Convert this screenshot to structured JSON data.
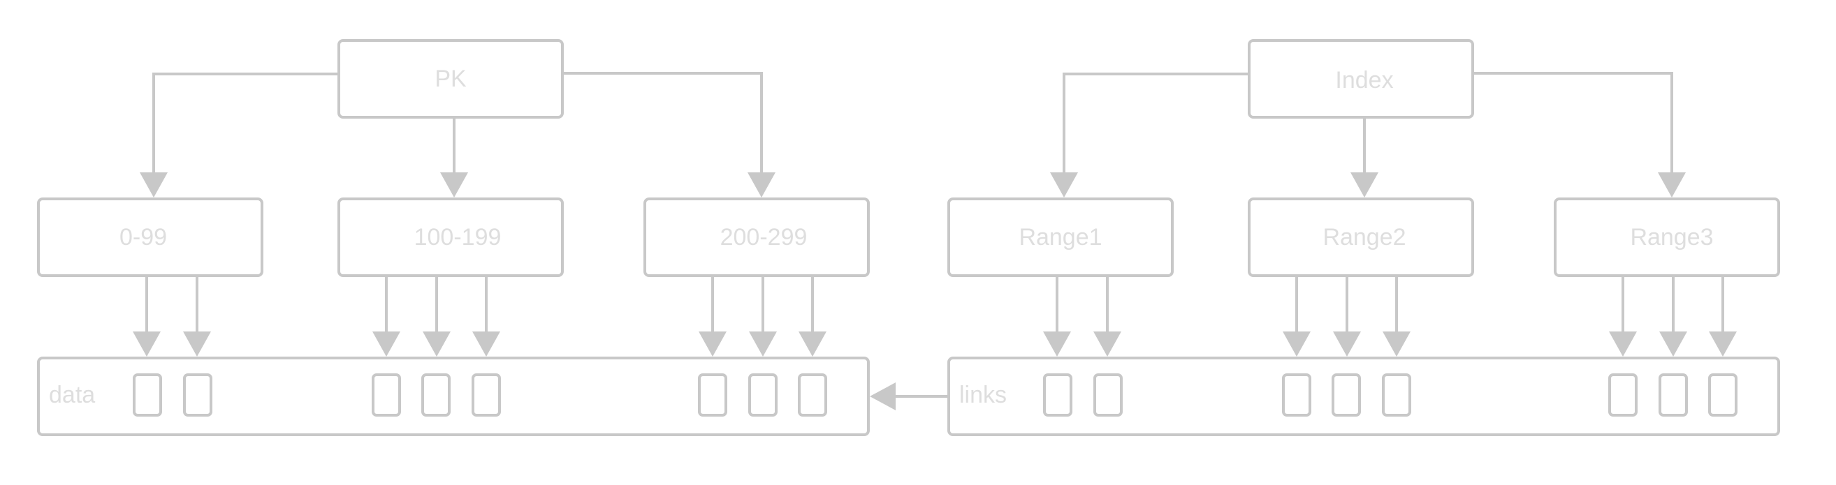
{
  "colors": {
    "stroke": "#c8c8c8",
    "label": "#dedede",
    "background": "#ffffff"
  },
  "left_tree": {
    "root_label": "PK",
    "ranges": [
      "0-99",
      "100-199",
      "200-299"
    ],
    "row_label": "data"
  },
  "right_tree": {
    "root_label": "Index",
    "ranges": [
      "Range1",
      "Range2",
      "Range3"
    ],
    "row_label": "links"
  }
}
